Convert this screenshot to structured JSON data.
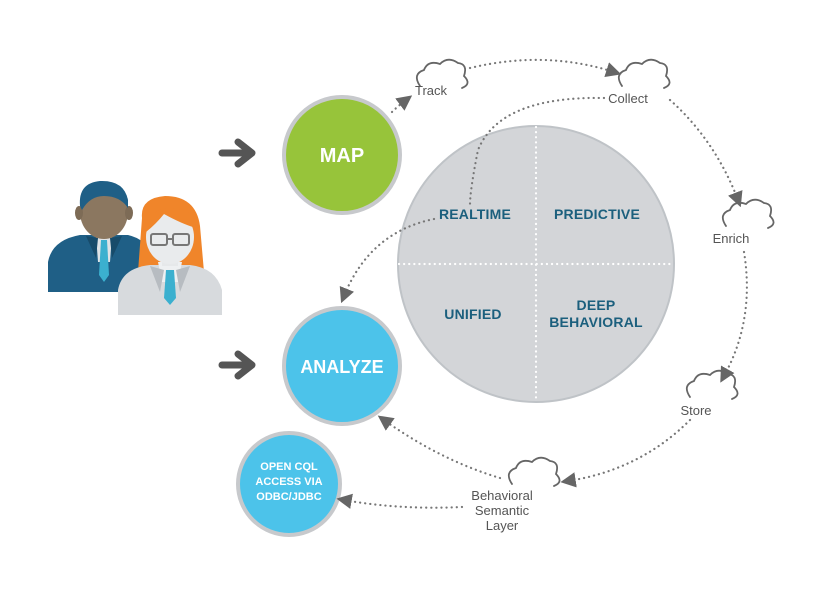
{
  "people": {
    "icon": "people-icon"
  },
  "map": {
    "label": "MAP",
    "color": "#97c43a"
  },
  "analyze": {
    "label": "ANALYZE",
    "color": "#4cc3ea"
  },
  "open_access": {
    "lines": [
      "OPEN CQL",
      "ACCESS VIA",
      "ODBC/JDBC"
    ],
    "color": "#4cc3ea"
  },
  "quadrants": {
    "top_left": "REALTIME",
    "top_right": "PREDICTIVE",
    "bottom_left": "UNIFIED",
    "bottom_right_lines": [
      "DEEP",
      "BEHAVIORAL"
    ],
    "fill": "#d3d5d8"
  },
  "steps": {
    "track": "Track",
    "collect": "Collect",
    "enrich": "Enrich",
    "store": "Store",
    "semantic_layer_lines": [
      "Behavioral",
      "Semantic",
      "Layer"
    ]
  },
  "colors": {
    "quadrant_text": "#1b5f7d",
    "arrow": "#555555",
    "dotted_line": "#777777"
  }
}
